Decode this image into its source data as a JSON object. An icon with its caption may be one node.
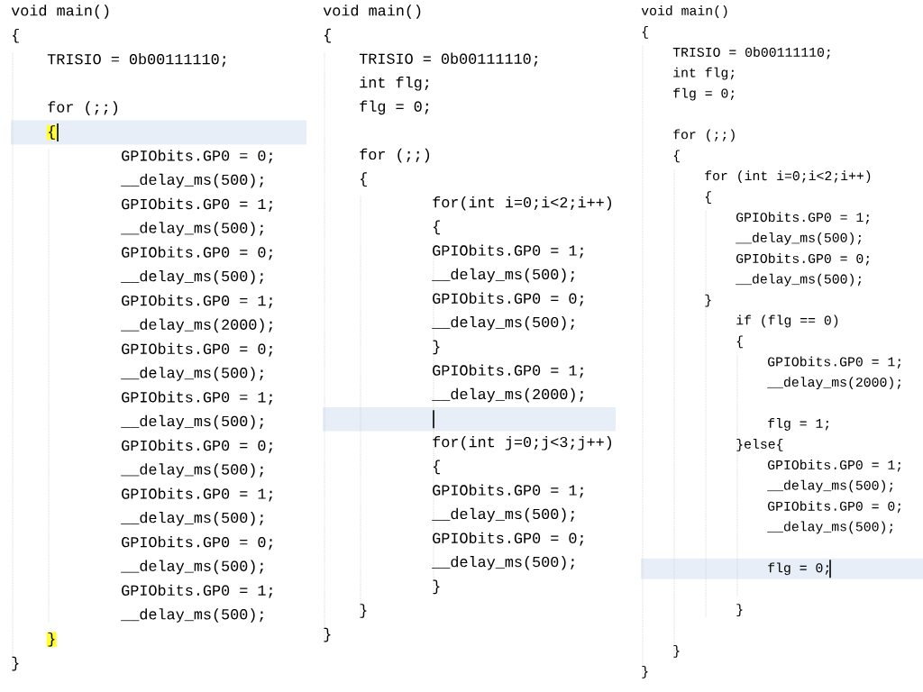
{
  "diagram": {
    "labels": [
      "void main()",
      "{",
      "TRISIO = 0b00111110;",
      "for (;;)",
      "{",
      "GPIObits.GP0 = 0;",
      "__delay_ms(500);",
      "GPIObits.GP0 = 1;",
      "__delay_ms(500);",
      "GPIObits.GP0 = 0;",
      "__delay_ms(500);",
      "GPIObits.GP0 = 1;",
      "__delay_ms(2000);",
      "GPIObits.GP0 = 0;",
      "__delay_ms(500);",
      "GPIObits.GP0 = 1;",
      "__delay_ms(500);",
      "GPIObits.GP0 = 0;",
      "__delay_ms(500);",
      "GPIObits.GP0 = 1;",
      "__delay_ms(500);",
      "GPIObits.GP0 = 0;",
      "__delay_ms(500);",
      "GPIObits.GP0 = 1;",
      "__delay_ms(500);",
      "}",
      "}",
      "void main()",
      "{",
      "TRISIO = 0b00111110;",
      "int flg;",
      "flg = 0;",
      "for (;;)",
      "{",
      "for(int i=0;i<2;i++)",
      "{",
      "GPIObits.GP0 = 1;",
      "__delay_ms(500);",
      "GPIObits.GP0 = 0;",
      "__delay_ms(500);",
      "}",
      "GPIObits.GP0 = 1;",
      "__delay_ms(2000);",
      "for(int j=0;j<3;j++)",
      "{",
      "GPIObits.GP0 = 1;",
      "__delay_ms(500);",
      "GPIObits.GP0 = 0;",
      "__delay_ms(500);",
      "}",
      "}",
      "}",
      "void main()",
      "{",
      "TRISIO = 0b00111110;",
      "int flg;",
      "flg = 0;",
      "for (;;)",
      "{",
      "for (int i=0;i<2;i++)",
      "{",
      "GPIObits.GP0 = 1;",
      "__delay_ms(500);",
      "GPIObits.GP0 = 0;",
      "__delay_ms(500);",
      "}",
      "if (flg == 0)",
      "{",
      "GPIObits.GP0 = 1;",
      "__delay_ms(2000);",
      "flg = 1;",
      "}else{",
      "GPIObits.GP0 = 1;",
      "__delay_ms(500);",
      "GPIObits.GP0 = 0;",
      "__delay_ms(500);",
      "flg = 0;",
      "}",
      "}",
      "}"
    ]
  }
}
